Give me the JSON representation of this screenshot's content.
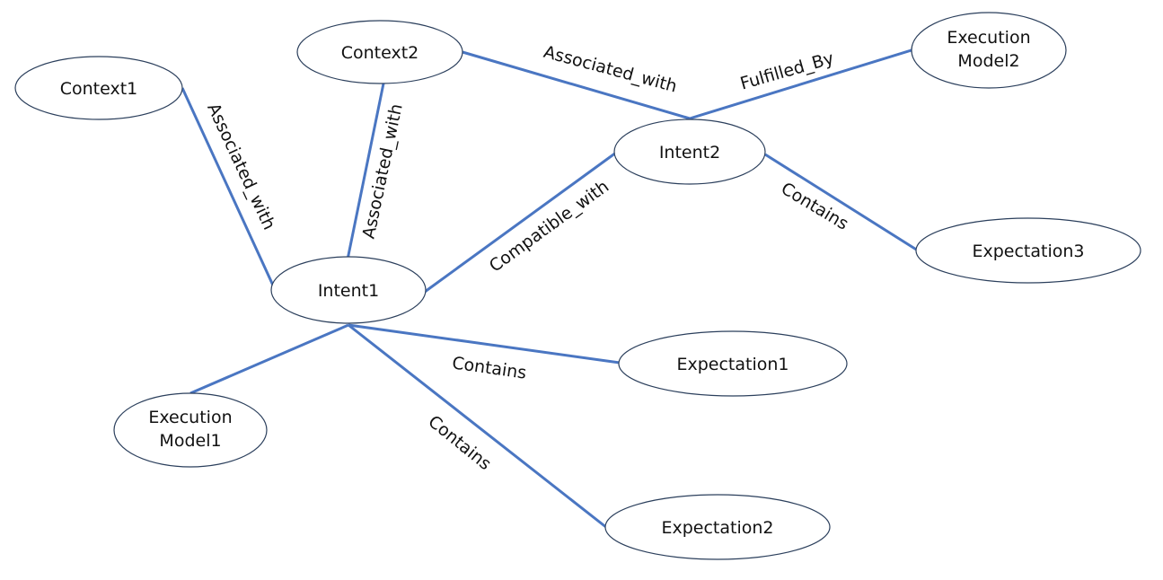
{
  "nodes": {
    "context1": "Context1",
    "context2": "Context2",
    "intent1": "Intent1",
    "intent2": "Intent2",
    "execution_model1": [
      "Execution",
      "Model1"
    ],
    "execution_model2": [
      "Execution",
      "Model2"
    ],
    "expectation1": "Expectation1",
    "expectation2": "Expectation2",
    "expectation3": "Expectation3"
  },
  "edges": {
    "context1_intent1": "Associated_with",
    "context2_intent1": "Associated_with",
    "context2_intent2": "Associated_with",
    "intent2_execution_model2": "Fulfilled_By",
    "intent1_intent2": "Compatible_with",
    "intent2_expectation3": "Contains",
    "intent1_expectation1": "Contains",
    "intent1_expectation2": "Contains",
    "intent1_execution_model1": ""
  },
  "colors": {
    "edge": "#4a76c2",
    "node_border": "#2b3f5c",
    "text": "#111111"
  }
}
